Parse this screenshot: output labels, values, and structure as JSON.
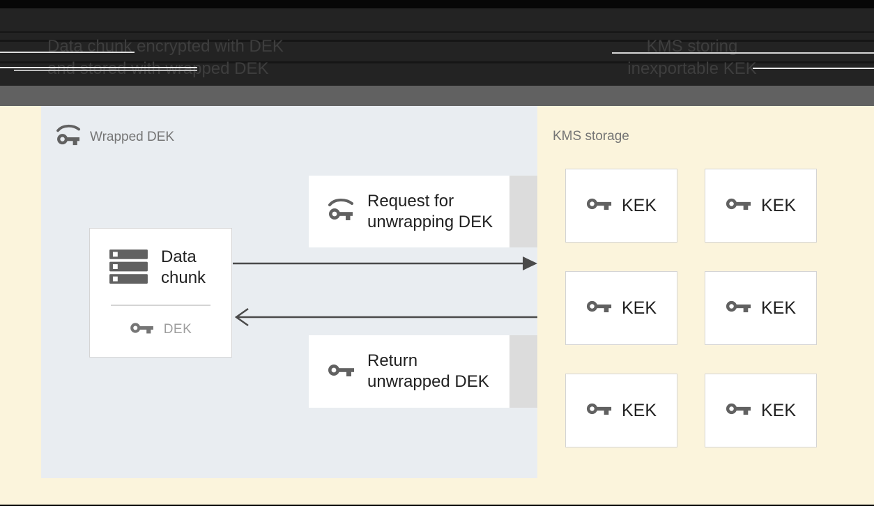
{
  "header": {
    "left": {
      "line1": "Data chunk encrypted with DEK",
      "line2": "and stored with wrapped DEK"
    },
    "right": {
      "line1": "KMS storing",
      "line2": "inexportable KEK"
    }
  },
  "zones": {
    "wrapped_dek": {
      "label": "Wrapped DEK"
    },
    "kms_storage": {
      "label": "KMS storage"
    }
  },
  "cards": {
    "data_chunk": {
      "title_line1": "Data",
      "title_line2": "chunk",
      "key_label": "DEK"
    },
    "request": {
      "line1": "Request for",
      "line2": "unwrapping DEK"
    },
    "return": {
      "line1": "Return",
      "line2": "unwrapped DEK"
    }
  },
  "kek_boxes": [
    {
      "label": "KEK"
    },
    {
      "label": "KEK"
    },
    {
      "label": "KEK"
    },
    {
      "label": "KEK"
    },
    {
      "label": "KEK"
    },
    {
      "label": "KEK"
    }
  ],
  "arrows": [
    {
      "direction": "right",
      "from": "data-chunk",
      "to": "kms-storage",
      "meaning": "request for unwrapping DEK"
    },
    {
      "direction": "left",
      "from": "kms-storage",
      "to": "data-chunk",
      "meaning": "return unwrapped DEK"
    }
  ],
  "icons": {
    "wrapped_key": "wrapped-key-icon",
    "key": "key-icon",
    "storage": "storage-icon"
  },
  "colors": {
    "background": "#fbf4dc",
    "panel": "#e9edf1",
    "header_bg": "#232323",
    "header_text": "#3e3e3e",
    "band": "#616161",
    "card_border": "#d5d5d5",
    "icon_gray": "#616161",
    "text_dark": "#212121",
    "label_gray": "#757575",
    "muted_gray": "#9e9e9e",
    "arrow": "#4a4a4a",
    "card_shadow_strip": "#dcdcdc"
  }
}
